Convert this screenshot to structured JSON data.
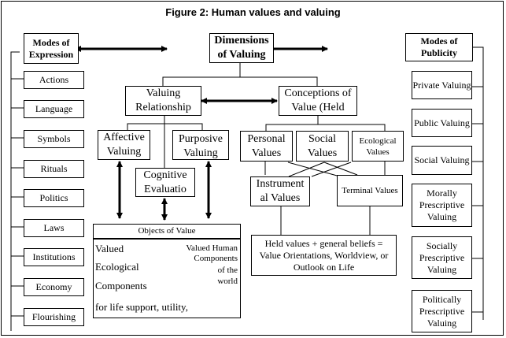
{
  "title": "Figure 2: Human values and valuing",
  "center": {
    "dimensions": "Dimensions of Valuing"
  },
  "left": {
    "header": "Modes of Expression",
    "items": [
      "Actions",
      "Language",
      "Symbols",
      "Rituals",
      "Politics",
      "Laws",
      "Institutions",
      "Economy",
      "Flourishing"
    ]
  },
  "right": {
    "header": "Modes of Publicity",
    "items": [
      "Private Valuing",
      "Public Valuing",
      "Social Valuing",
      "Morally Prescriptive Valuing",
      "Socially Prescriptive Valuing",
      "Politically Prescriptive Valuing"
    ]
  },
  "valuing_relationship": {
    "label": "Valuing Relationship",
    "children": [
      "Affective Valuing",
      "Purposive Valuing",
      "Cognitive Evaluatio"
    ]
  },
  "conceptions": {
    "label": "Conceptions of Value (Held",
    "children": [
      "Personal Values",
      "Social Values",
      "Ecological Values"
    ],
    "types": [
      "Instrument al Values",
      "Terminal Values"
    ],
    "result": "Held values + general beliefs = Value Orientations, Worldview, or Outlook on Life"
  },
  "objects": {
    "header": "Objects of Value",
    "left_lines": [
      "Valued",
      "Ecological",
      "Components",
      "for life support, utility,"
    ],
    "right_lines": [
      "Valued Human",
      "Components",
      "of the",
      "world"
    ]
  }
}
